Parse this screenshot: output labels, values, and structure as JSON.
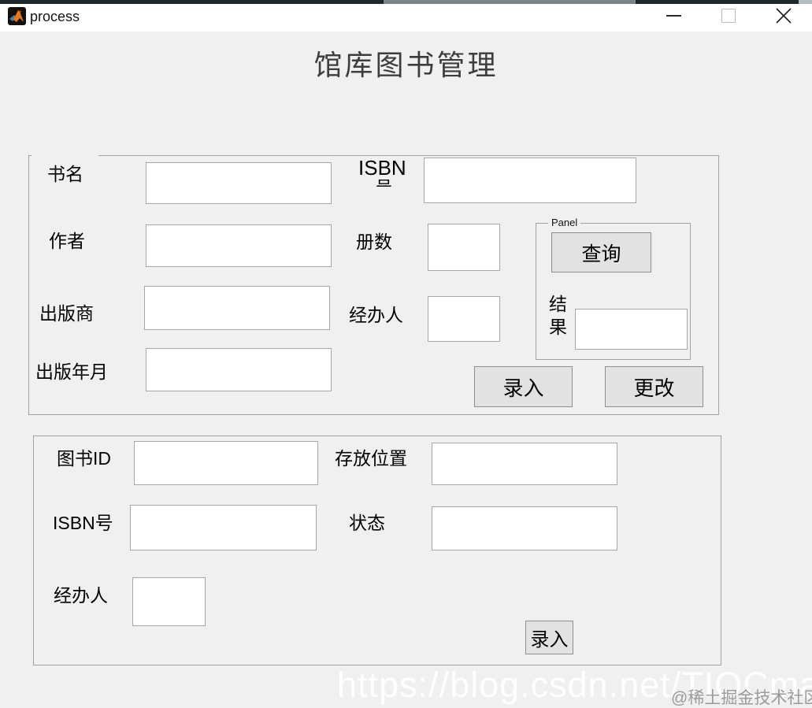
{
  "window": {
    "title": "process",
    "icons": {
      "app": "matlab-logo-icon",
      "minimize": "minimize-icon",
      "maximize": "maximize-icon",
      "close": "close-icon"
    }
  },
  "heading": "馆库图书管理",
  "colors": {
    "background": "#f0f0f0",
    "titlebar": "#ffffff",
    "top_strip": "#1d272c",
    "panel_border": "#a3a3a3",
    "button_face": "#e2e2e2",
    "matlab_orange": "#e87722",
    "matlab_blue": "#4a7e9e",
    "watermark_gray": "#9b9b9b"
  },
  "book_panel": {
    "book_name_label": "书名",
    "isbn_label": "ISBN",
    "isbn_label_clipped": "号",
    "author_label": "作者",
    "copies_label": "册数",
    "publisher_label": "出版商",
    "handler_label": "经办人",
    "pub_date_label": "出版年月",
    "inputs": {
      "book_name": "",
      "isbn": "",
      "author": "",
      "copies": "",
      "publisher": "",
      "handler": "",
      "pub_date": ""
    },
    "query_panel": {
      "title": "Panel",
      "query_button": "查询",
      "result_label": "结果",
      "result_value": ""
    },
    "enter_button": "录入",
    "change_button": "更改"
  },
  "storage_panel": {
    "book_id_label": "图书ID",
    "location_label": "存放位置",
    "isbn_label": "ISBN号",
    "status_label": "状态",
    "handler_label": "经办人",
    "inputs": {
      "book_id": "",
      "location": "",
      "isbn": "",
      "status": "",
      "handler": ""
    },
    "enter_button": "录入"
  },
  "watermark": {
    "url": "https://blog.csdn.net/TIOCmatlab",
    "community": "@稀土掘金技术社区"
  }
}
